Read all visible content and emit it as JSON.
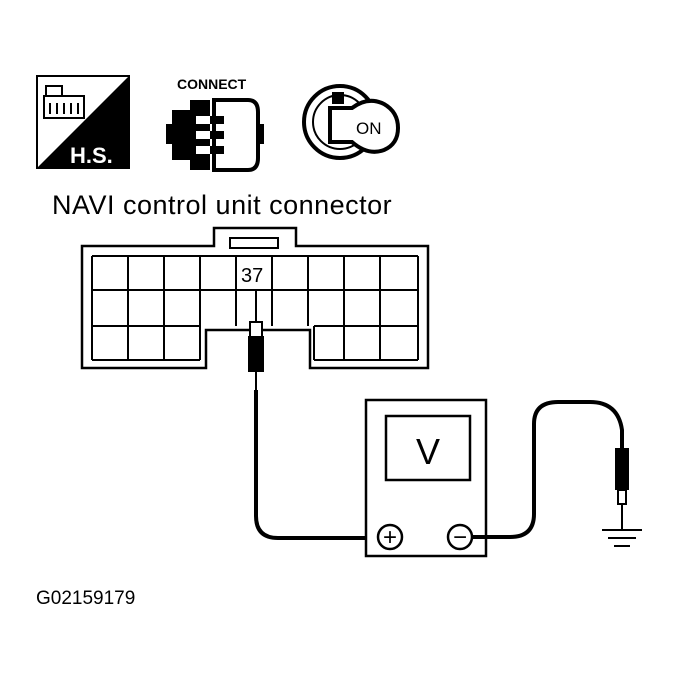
{
  "icons": {
    "hs_label": "H.S.",
    "connect_label": "CONNECT",
    "ignition_label": "ON"
  },
  "diagram": {
    "title": "NAVI control unit connector",
    "terminal_label": "37",
    "meter_label": "V",
    "positive_symbol": "+",
    "negative_symbol": "−"
  },
  "figure_code": "G02159179",
  "colors": {
    "line": "#000000",
    "background": "#ffffff"
  }
}
